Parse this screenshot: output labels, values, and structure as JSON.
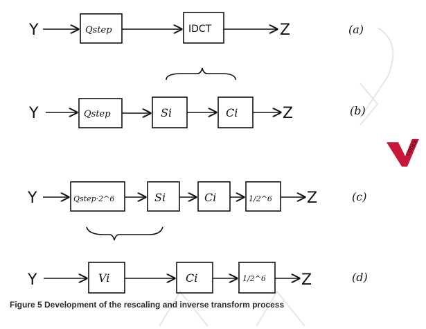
{
  "caption": "Figure 5 Development of the rescaling and inverse transform process",
  "watermark_text": "CODEX",
  "rows": {
    "a": {
      "tag": "(a)",
      "input": "Y",
      "output": "Z",
      "blocks": [
        "Qstep",
        "IDCT"
      ]
    },
    "b": {
      "tag": "(b)",
      "input": "Y",
      "output": "Z",
      "blocks": [
        "Qstep",
        "Si",
        "Ci"
      ]
    },
    "c": {
      "tag": "(c)",
      "input": "Y",
      "output": "Z",
      "blocks": [
        "Qstep·2^6",
        "Si",
        "Ci",
        "1/2^6"
      ]
    },
    "d": {
      "tag": "(d)",
      "input": "Y",
      "output": "Z",
      "blocks": [
        "Vi",
        "Ci",
        "1/2^6"
      ]
    }
  },
  "colors": {
    "ink": "#111111",
    "watermark": "#e6e6e6",
    "logo": "#c8173a"
  }
}
